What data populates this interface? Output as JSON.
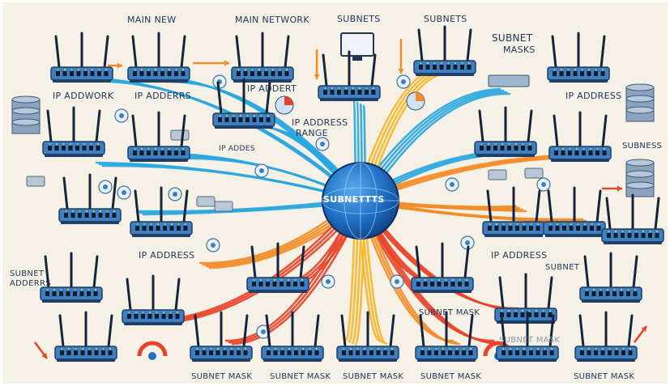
{
  "colors": {
    "background": "#f6f1e6",
    "router_body": "#3f7fbf",
    "router_dark": "#1f3f66",
    "cable_blue": "#2aa7de",
    "cable_orange": "#f28c28",
    "cable_red": "#e8442a",
    "cable_yellow": "#f7b52a",
    "globe": "#1f6fc4",
    "label_text": "#1d3557"
  },
  "hub": {
    "label": "SUBNETTTS",
    "icon": "globe-icon"
  },
  "labels": {
    "main_new": "MAIN NEW",
    "main_network": "MAIN NETWORK",
    "subnets_1": "SUBNETS",
    "subnets_2": "SUBNETS",
    "subnet_masks_line1": "SUBNET",
    "subnet_masks_line2": "MASKS",
    "ip_addwork": "IP ADDWORK",
    "ip_adderrs": "IP ADDERRS",
    "ip_addert": "IP ADDERT",
    "ip_address_range_line1": "IP ADDRESS",
    "ip_address_range_line2": "RANGE",
    "ip_addes": "IP ADDES",
    "ip_address_right": "IP ADDRESS",
    "subness": "SUBNESS",
    "ip_address_mid_left": "IP ADDRESS",
    "ip_address_mid_right": "IP  ADDRESS",
    "subnet_right": "SUBNET",
    "subnet_left_line1": "SUBNET",
    "subnet_left_line2": "ADDERRS",
    "subnet_mask_center": "SUBNET MASK",
    "subnet_mask_mid_right": "SUBNET MASK",
    "subnet_mask_b1": "SUBNET MASK",
    "subnet_mask_b2": "SUBNET MASK",
    "subnet_mask_b3": "SUBNET MASK",
    "subnet_mask_b4": "SUBNET MASK",
    "subnet_mask_b5": "SUBNET MASK"
  }
}
